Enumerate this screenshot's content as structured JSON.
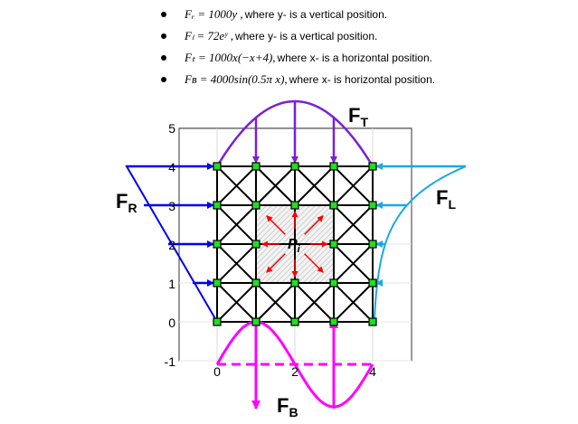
{
  "bullets": [
    {
      "equation": "Fᵣ = 1000y ,",
      "description": "where y- is a vertical position."
    },
    {
      "equation": "Fₗ = 72eʸ ,",
      "description": "where y- is a vertical position."
    },
    {
      "equation": "Fₜ = 1000x(−x+4),",
      "description": "where x- is a horizontal position."
    },
    {
      "equation": "Fʙ = 4000sin(0.5π x),",
      "description": "where x- is horizontal position."
    }
  ],
  "labels": {
    "fr_main": "F",
    "fr_sub": "R",
    "fl_main": "F",
    "fl_sub": "L",
    "ft_main": "F",
    "ft_sub": "T",
    "fb_main": "F",
    "fb_sub": "B",
    "pi_main": "P",
    "pi_sub": "i"
  },
  "axes": {
    "y_ticks": [
      "5",
      "4",
      "3",
      "2",
      "1",
      "0",
      "-1"
    ],
    "x_ticks": [
      "0",
      "2",
      "4"
    ]
  },
  "colors": {
    "fr": "#0000ee",
    "fl": "#19a9e6",
    "ft": "#7a1fd6",
    "fb": "#ff00ff",
    "inner": "#ff0000",
    "node": "#22dd22"
  }
}
